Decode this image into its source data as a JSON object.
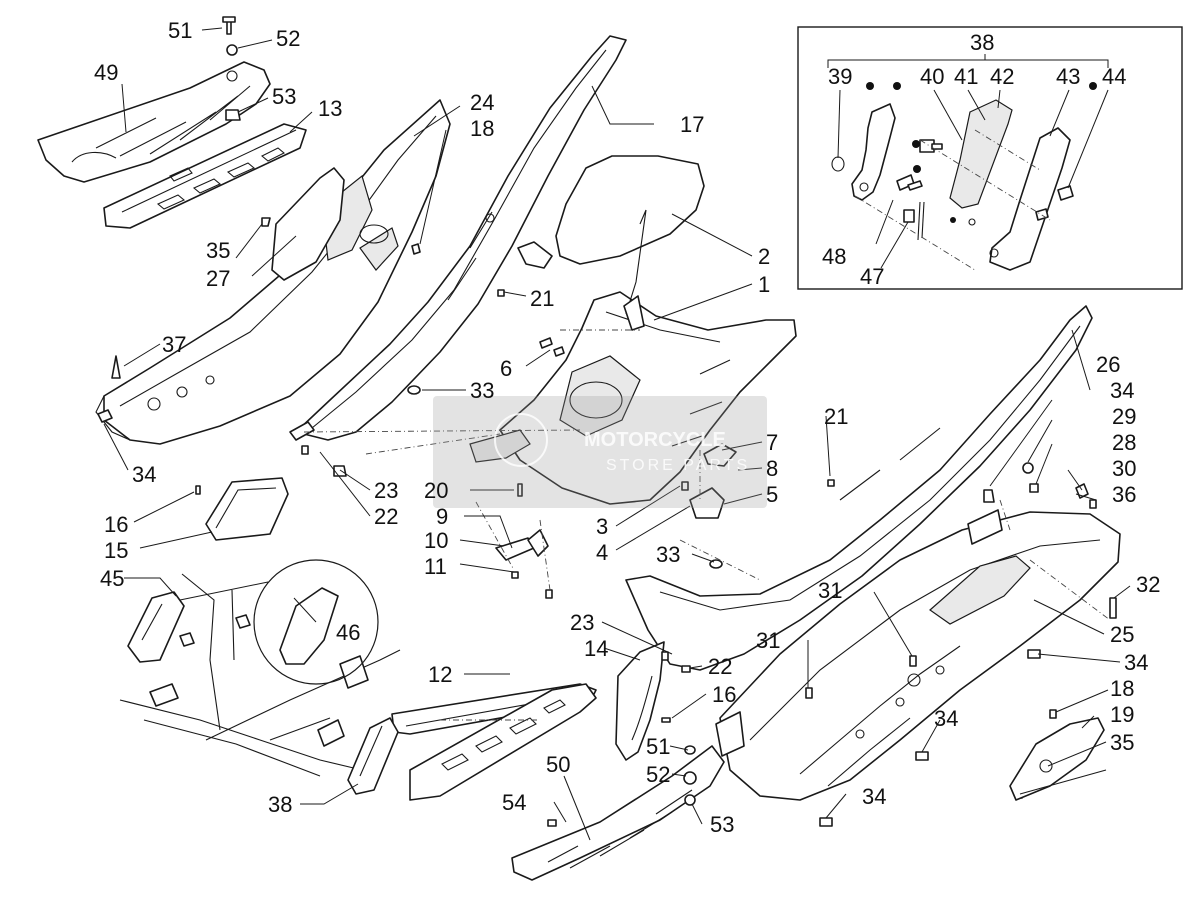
{
  "diagram": {
    "callouts": {
      "c1": "1",
      "c2": "2",
      "c3": "3",
      "c4": "4",
      "c5": "5",
      "c6": "6",
      "c7": "7",
      "c8": "8",
      "c9": "9",
      "c10": "10",
      "c11": "11",
      "c12": "12",
      "c13": "13",
      "c14": "14",
      "c15": "15",
      "c16a": "16",
      "c16b": "16",
      "c17": "17",
      "c18a": "18",
      "c18b": "18",
      "c19": "19",
      "c20": "20",
      "c21a": "21",
      "c21b": "21",
      "c22a": "22",
      "c22b": "22",
      "c23a": "23",
      "c23b": "23",
      "c24": "24",
      "c25": "25",
      "c26": "26",
      "c27": "27",
      "c28": "28",
      "c29": "29",
      "c30": "30",
      "c31a": "31",
      "c31b": "31",
      "c32": "32",
      "c33a": "33",
      "c33b": "33",
      "c34a": "34",
      "c34b": "34",
      "c34c": "34",
      "c34d": "34",
      "c34e": "34",
      "c35a": "35",
      "c35b": "35",
      "c36": "36",
      "c37": "37",
      "c38a": "38",
      "c38b": "38",
      "c39": "39",
      "c40": "40",
      "c41": "41",
      "c42": "42",
      "c43": "43",
      "c44": "44",
      "c45": "45",
      "c46": "46",
      "c47": "47",
      "c48": "48",
      "c49": "49",
      "c50": "50",
      "c51a": "51",
      "c51b": "51",
      "c52a": "52",
      "c52b": "52",
      "c53a": "53",
      "c53b": "53",
      "c54": "54"
    },
    "watermark": {
      "line1": "MOTORCYCLE",
      "line2": "STORE PARTS"
    }
  }
}
